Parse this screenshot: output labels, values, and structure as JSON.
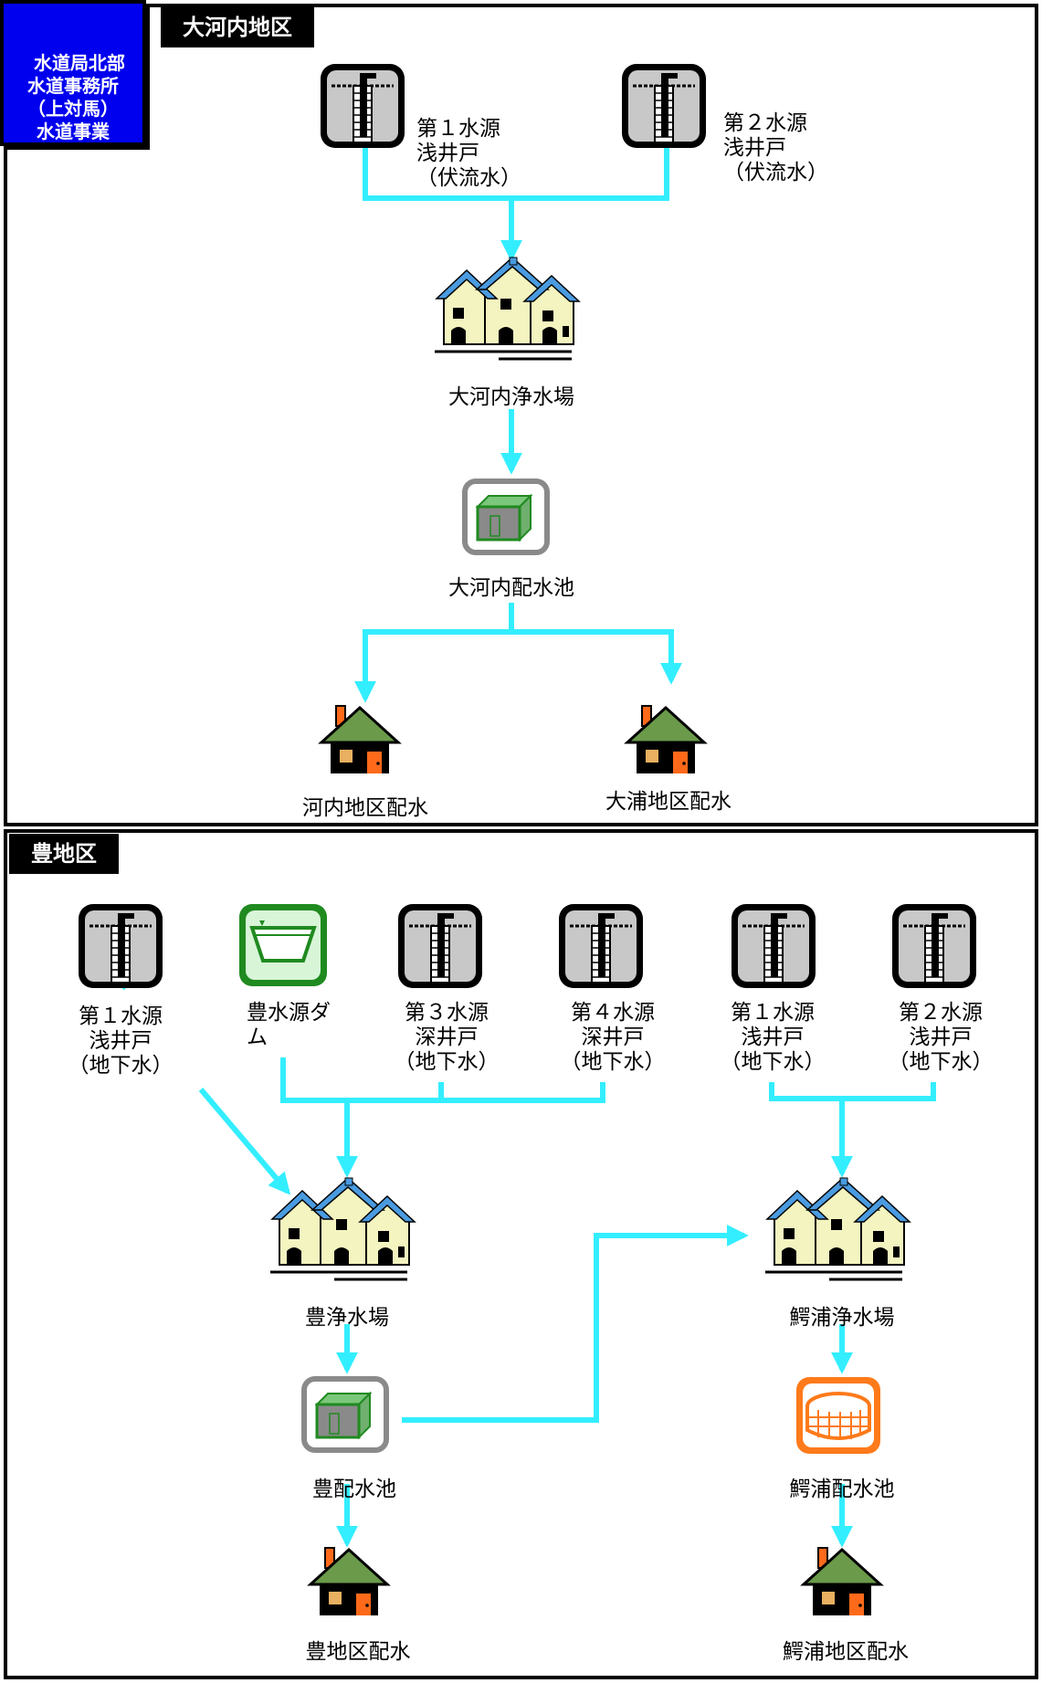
{
  "header": {
    "org_title": "水道局北部\n水道事務所\n（上対馬）\n水道事業"
  },
  "section_okochi": {
    "tab_label": "大河内地区",
    "source1": "第１水源\n浅井戸\n（伏流水）",
    "source2": "第２水源\n浅井戸\n（伏流水）",
    "plant": "大河内浄水場",
    "reservoir": "大河内配水池",
    "dist1": "河内地区配水",
    "dist2": "大浦地区配水"
  },
  "section_toyo": {
    "tab_label": "豊地区",
    "source1": "第１水源\n浅井戸\n（地下水）",
    "dam": "豊水源ダ\nム",
    "source3": "第３水源\n深井戸\n（地下水）",
    "source4": "第４水源\n深井戸\n（地下水）",
    "wani_source1": "第１水源\n浅井戸\n（地下水）",
    "wani_source2": "第２水源\n浅井戸\n（地下水）",
    "plant": "豊浄水場",
    "wani_plant": "鰐浦浄水場",
    "reservoir": "豊配水池",
    "wani_reservoir": "鰐浦配水池",
    "dist": "豊地区配水",
    "wani_dist": "鰐浦地区配水"
  },
  "colors": {
    "flow_line": "#33eeff",
    "title_bg": "#0000ee",
    "roof_blue": "#4a9be0",
    "building_wall": "#f4f4c0",
    "house_roof": "#6b9a4a",
    "house_door": "#ff6a1a",
    "tank_green": "#1f8a1f",
    "reservoir_orange": "#ff7a1a"
  },
  "icons": [
    "well-icon",
    "dam-icon",
    "treatment-plant-icon",
    "reservoir-tank-icon",
    "circular-reservoir-icon",
    "house-icon"
  ]
}
